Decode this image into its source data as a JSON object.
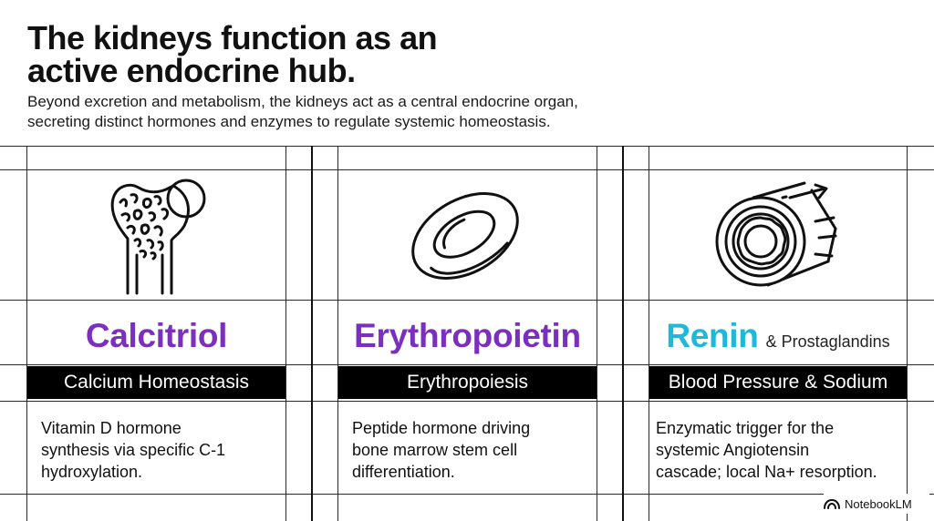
{
  "header": {
    "title_line1": "The kidneys function as an",
    "title_line2": "active endocrine hub.",
    "subtitle_line1": "Beyond excretion and metabolism, the kidneys act as a central endocrine organ,",
    "subtitle_line2": "secreting distinct hormones and enzymes to regulate systemic homeostasis."
  },
  "panels": [
    {
      "icon": "bone-icon",
      "hormone": "Calcitriol",
      "hormone_color": "#7b2fbf",
      "function": "Calcium Homeostasis",
      "desc_line1": "Vitamin D hormone",
      "desc_line2": "synthesis via specific C-1",
      "desc_line3": "hydroxylation."
    },
    {
      "icon": "red-blood-cell-icon",
      "hormone": "Erythropoietin",
      "hormone_color": "#7b2fbf",
      "function": "Erythropoiesis",
      "desc_line1": "Peptide hormone driving",
      "desc_line2": "bone marrow stem cell",
      "desc_line3": "differentiation."
    },
    {
      "icon": "blood-vessel-icon",
      "hormone": "Renin",
      "hormone_suffix": "& Prostaglandins",
      "hormone_color": "#1fb8d6",
      "function": "Blood Pressure & Sodium",
      "desc_line1": "Enzymatic trigger for the",
      "desc_line2": "systemic Angiotensin",
      "desc_line3": "cascade; local Na+ resorption."
    }
  ],
  "footer": {
    "brand": "NotebookLM",
    "brand_icon": "notebooklm-logo-icon"
  }
}
